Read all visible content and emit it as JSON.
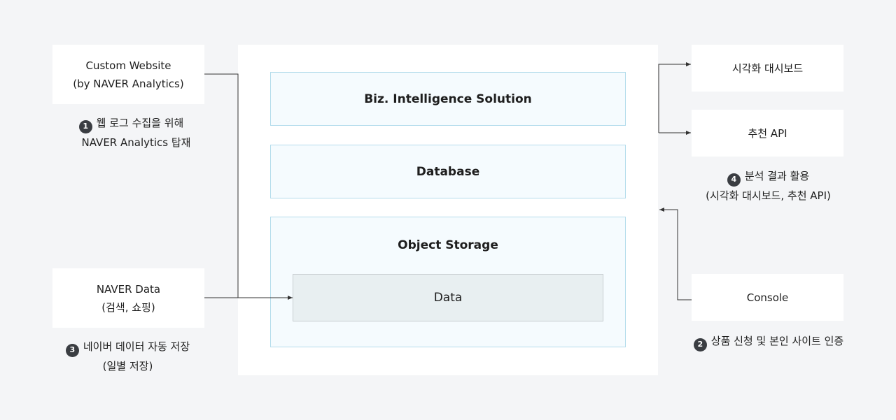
{
  "sources": {
    "custom_website": {
      "line1": "Custom Website",
      "line2": "(by NAVER Analytics)"
    },
    "naver_data": {
      "line1": "NAVER Data",
      "line2": "(검색, 쇼핑)"
    }
  },
  "platform": {
    "bi_solution": "Biz. Intelligence Solution",
    "database": "Database",
    "object_storage": "Object Storage",
    "data": "Data"
  },
  "outputs": {
    "dashboard": "시각화 대시보드",
    "recommend_api": "추천 API",
    "console": "Console"
  },
  "notes": {
    "n1": {
      "num": "1",
      "line1": "웹 로그 수집을 위해",
      "line2": "NAVER Analytics 탑재"
    },
    "n2": {
      "num": "2",
      "line1": "상품 신청 및 본인 사이트 인증"
    },
    "n3": {
      "num": "3",
      "line1": "네이버 데이터 자동 저장",
      "line2": "(일별 저장)"
    },
    "n4": {
      "num": "4",
      "line1": "분석 결과 활용",
      "line2": "(시각화 대시보드, 추천 API)"
    }
  }
}
